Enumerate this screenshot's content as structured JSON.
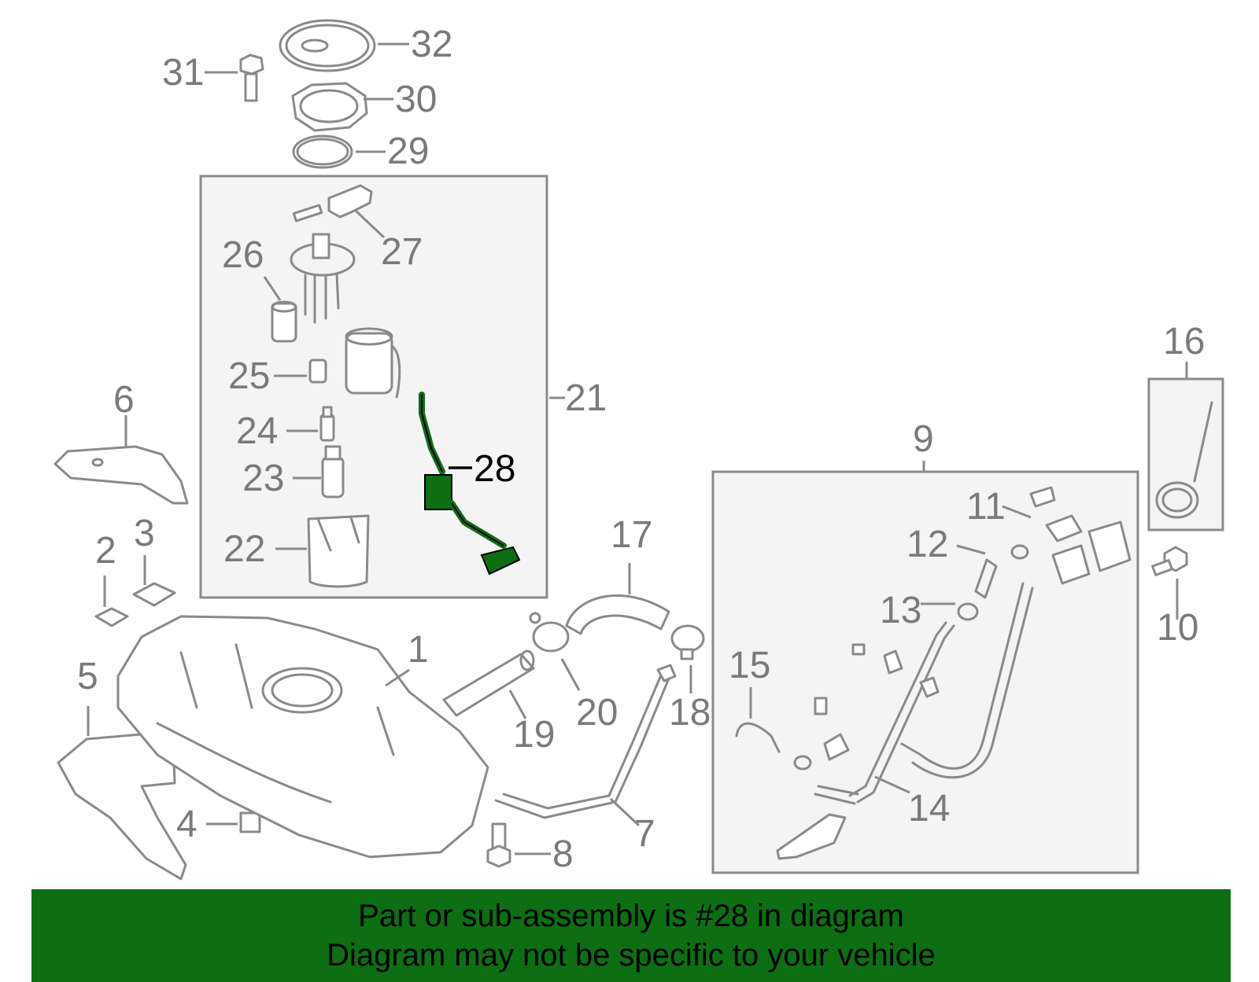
{
  "highlight_color": "#0d6e14",
  "part_color": "#8a8a8a",
  "callouts": {
    "c1": "1",
    "c2": "2",
    "c3": "3",
    "c4": "4",
    "c5": "5",
    "c6": "6",
    "c7": "7",
    "c8": "8",
    "c9": "9",
    "c10": "10",
    "c11": "11",
    "c12": "12",
    "c13": "13",
    "c14": "14",
    "c15": "15",
    "c16": "16",
    "c17": "17",
    "c18": "18",
    "c19": "19",
    "c20": "20",
    "c21": "21",
    "c22": "22",
    "c23": "23",
    "c24": "24",
    "c25": "25",
    "c26": "26",
    "c27": "27",
    "c28": "28",
    "c29": "29",
    "c30": "30",
    "c31": "31",
    "c32": "32"
  },
  "banner": {
    "line1": "Part or sub-assembly is #28 in diagram",
    "line2": "Diagram may not be specific to your vehicle"
  }
}
